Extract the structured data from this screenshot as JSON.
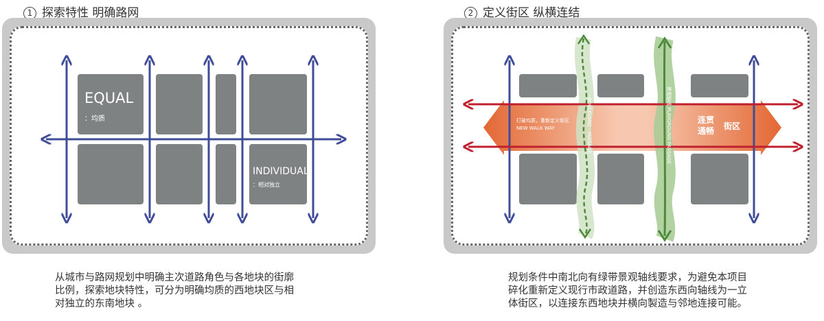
{
  "left": {
    "heading_num": "1",
    "heading": "探索特性 明确路网",
    "label_equal": "EQUAL",
    "label_equal_sub": "：均质",
    "label_individual": "INDIVIDUAL",
    "label_individual_sub": "：相对独立",
    "caption_lines": [
      "从城市与路网规划中明确主次道路角色与各地块的街廓",
      "比例，探索地块特性，可分为明确均质的西地块区与相",
      "对独立的东南地块 。"
    ]
  },
  "right": {
    "heading_num": "2",
    "heading": "定义街区  纵横连结",
    "walk_cn": "打破均质，重新定义街区",
    "walk_en": "NEW WALK WAY",
    "connect_a": "连贯",
    "connect_b": "通畅",
    "district": "街区",
    "green_a_text": "BOULEVARD · PASSAGE",
    "green_b_text": "景观轴线  PLAYGROUND PASSAGE",
    "caption_lines": [
      "规划条件中南北向有绿带景观轴线要求，为避免本项目",
      "碎化重新定义现行市政道路，并创造东西向轴线为一立",
      "体街区，以连接东西地块并横向製造与邻地连接可能。"
    ]
  },
  "colors": {
    "block": "#7f8282",
    "road_blue": "#3f4c97",
    "road_red": "#c0202e",
    "band_orange": "#e8662a",
    "green": "#4f8a3c",
    "panel_border": "#c9c9c9"
  }
}
